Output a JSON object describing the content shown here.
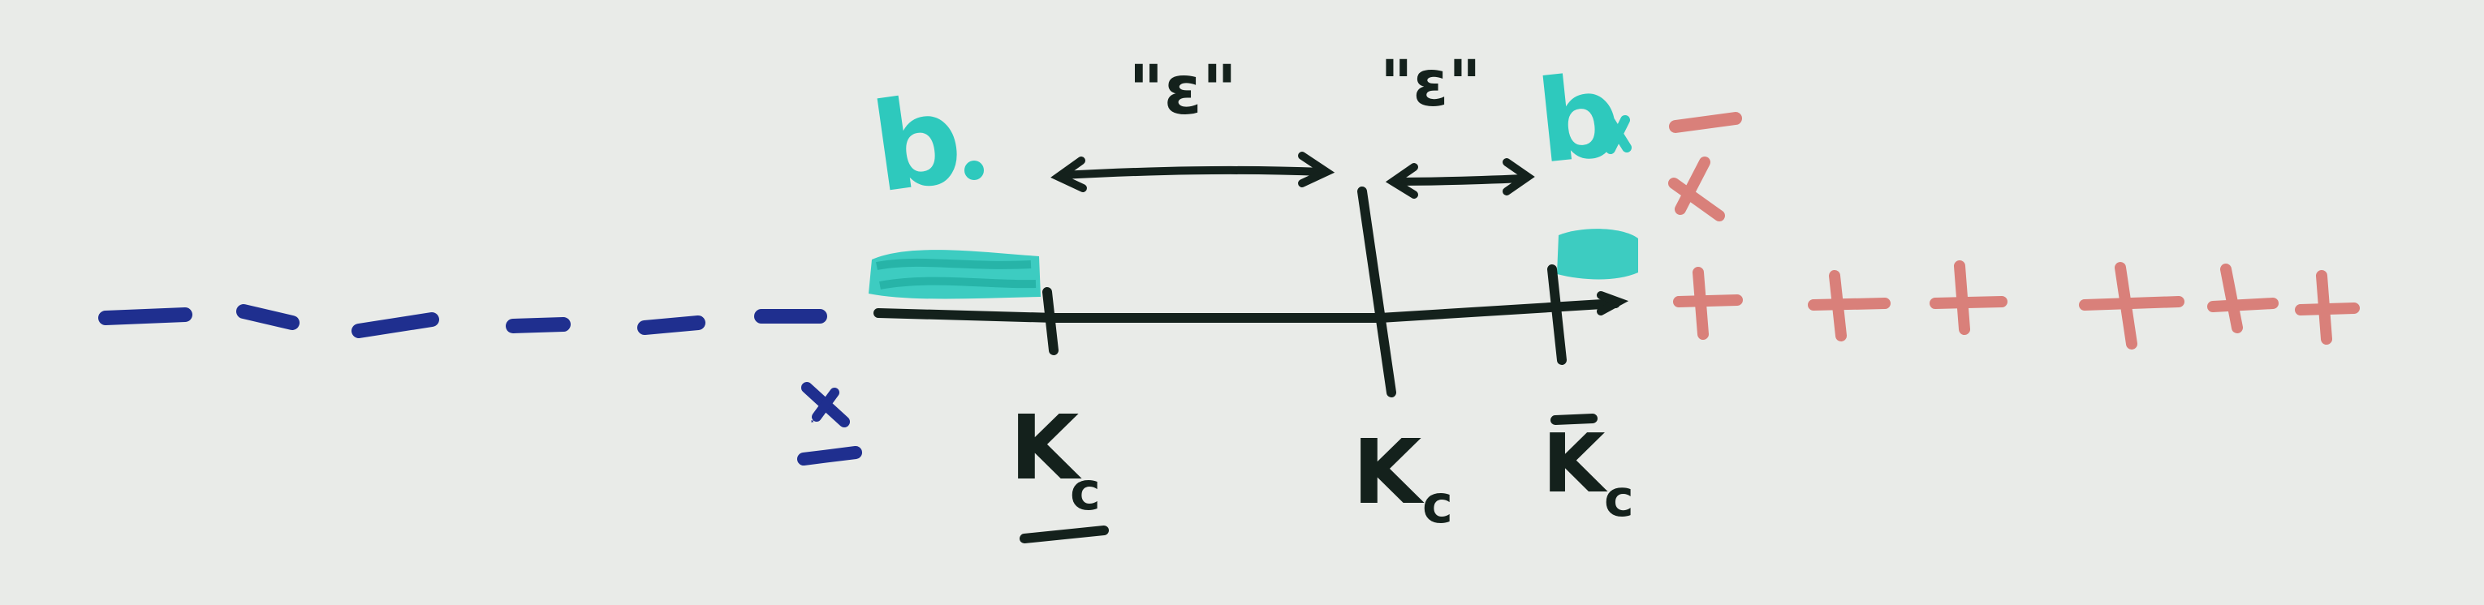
{
  "colors": {
    "board": "#e9ebe8",
    "ink_black": "#14211c",
    "ink_blue": "#1f2f8f",
    "ink_teal": "#2ec9bd",
    "ink_red": "#d9807a"
  },
  "labels": {
    "left_mark": "K",
    "left_mark_sub": "c",
    "middle_mark": "K",
    "middle_mark_sub": "c",
    "right_mark": "K",
    "right_mark_sub": "c",
    "gap_left": "\"ε\"",
    "gap_right": "\"ε\"",
    "teal_left": "b",
    "teal_right": "b",
    "x_blue": "x",
    "x_red": "x"
  }
}
